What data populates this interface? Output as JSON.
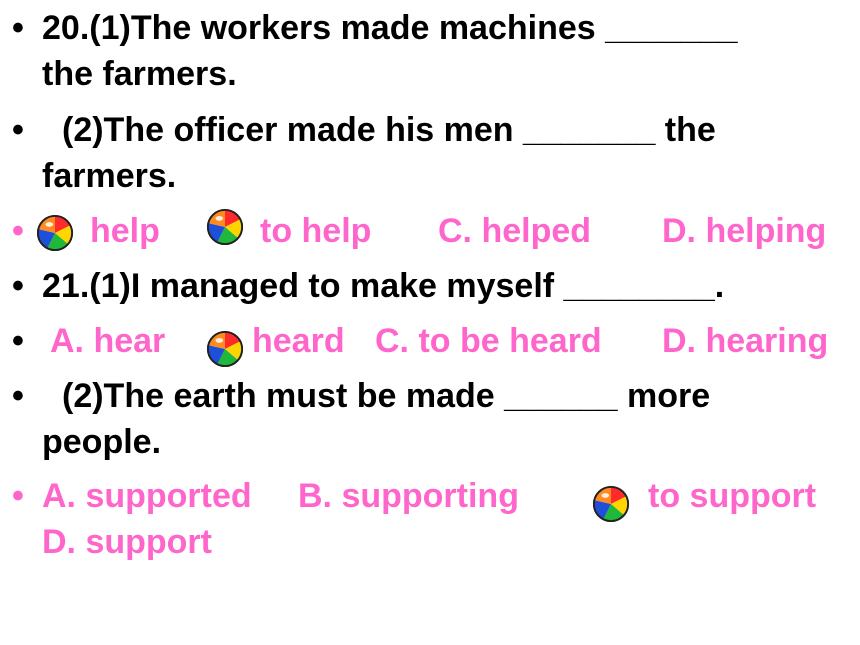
{
  "colors": {
    "question": "#000000",
    "options": "#ff66cc"
  },
  "icon": "beach-ball-icon",
  "lines": {
    "q20_1a": "20.(1)The workers made machines _______",
    "q20_1b": "the farmers.",
    "q20_2a": "(2)The officer made his men _______ the",
    "q20_2b": "farmers.",
    "opt20_a": "help",
    "opt20_b": "to help",
    "opt20_c": "C. helped",
    "opt20_d": "D. helping",
    "q21_1": "21.(1)I managed to make myself ________.",
    "opt21_a": "A. hear",
    "opt21_b": "heard",
    "opt21_c": "C. to be heard",
    "opt21_d": "D. hearing",
    "q21_2a": "(2)The earth must be made ______ more",
    "q21_2b": "people.",
    "opt22_a": "A. supported",
    "opt22_b": "B. supporting",
    "opt22_c": "to support",
    "opt22_d": "D. support"
  },
  "bullet": "•"
}
